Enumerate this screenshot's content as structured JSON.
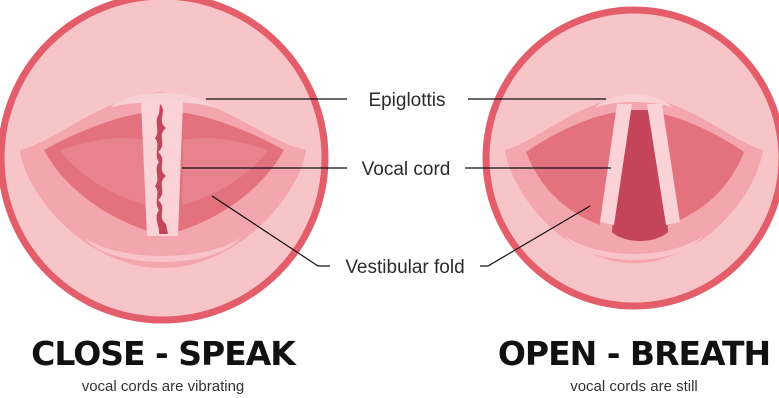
{
  "labels": {
    "epiglottis": "Epiglottis",
    "vocal_cord": "Vocal cord",
    "vestibular_fold": "Vestibular fold"
  },
  "left_panel": {
    "title": "CLOSE - SPEAK",
    "subtitle": "vocal cords are vibrating"
  },
  "right_panel": {
    "title": "OPEN - BREATH",
    "subtitle": "vocal cords are still"
  },
  "colors": {
    "ring": "#e35d6a",
    "outer_fill": "#f7c5c8",
    "inner_fill": "#f3a6ad",
    "cavity": "#e3727e",
    "cord": "#fbd3d7",
    "glottis": "#c44459",
    "leader_line": "#111111"
  }
}
